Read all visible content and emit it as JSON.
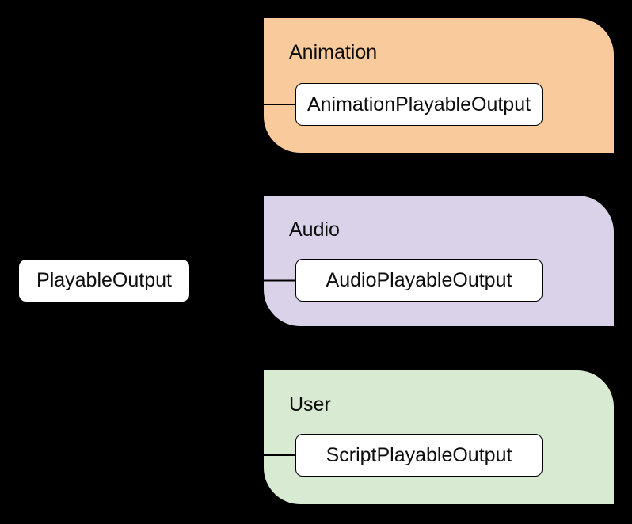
{
  "diagram": {
    "background": "#000000",
    "connector_color": "#000000",
    "root": {
      "label": "PlayableOutput"
    },
    "groups": [
      {
        "label": "Animation",
        "color": "#F9CB9C",
        "child": {
          "label": "AnimationPlayableOutput"
        }
      },
      {
        "label": "Audio",
        "color": "#D9D2E9",
        "child": {
          "label": "AudioPlayableOutput"
        }
      },
      {
        "label": "User",
        "color": "#D9EAD3",
        "child": {
          "label": "ScriptPlayableOutput"
        }
      }
    ]
  }
}
